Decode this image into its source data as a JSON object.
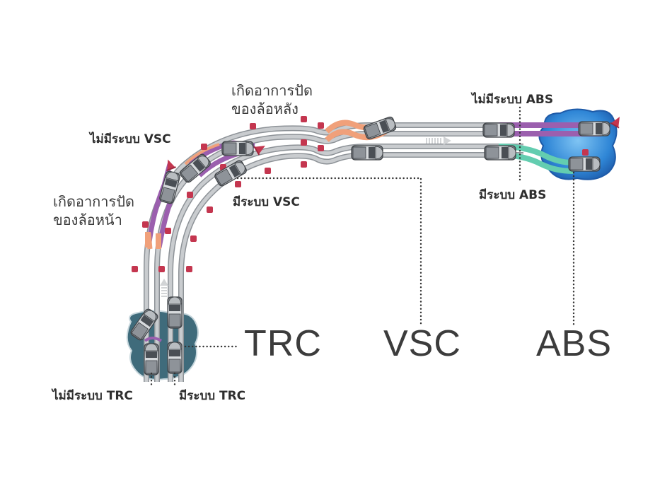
{
  "diagram": {
    "systems": {
      "trc": {
        "title": "TRC",
        "without_label": "ไม่มีระบบ TRC",
        "with_label": "มีระบบ TRC"
      },
      "vsc": {
        "title": "VSC",
        "without_label": "ไม่มีระบบ VSC",
        "with_label": "มีระบบ VSC",
        "understeer_label": [
          "เกิดอาการปัด",
          "ของล้อหน้า"
        ],
        "oversteer_label": [
          "เกิดอาการปัด",
          "ของล้อหลัง"
        ]
      },
      "abs": {
        "title": "ABS",
        "without_label": "ไม่มีระบบ ABS",
        "with_label": "มีระบบ ABS"
      }
    },
    "colors": {
      "road": "#c9cccf",
      "road_edge": "#8d9297",
      "no_system_path": "#9b5fae",
      "slip_path": "#f0a07a",
      "abs_path": "#63cdb0",
      "cone": "#c4364f",
      "puddle_trc": "#3f6b7b",
      "puddle_abs": "#2f7fd0",
      "text": "#333333"
    }
  }
}
